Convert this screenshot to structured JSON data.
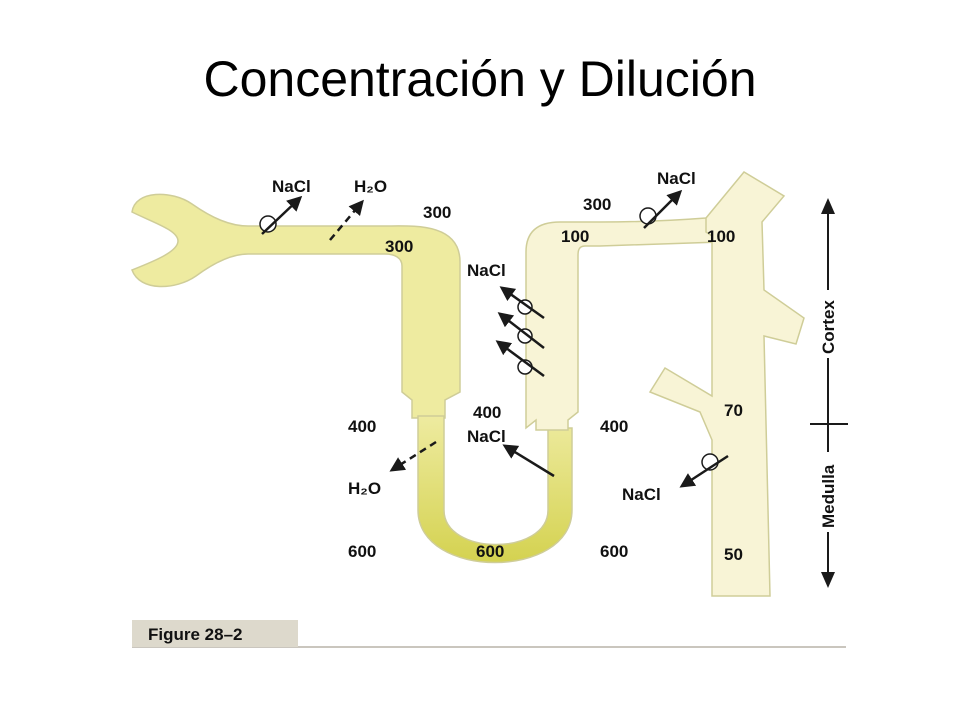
{
  "title": "Concentración y Dilución",
  "colors": {
    "tubule_light": "#f8f4d6",
    "tubule_mid": "#eeeba0",
    "tubule_dark": "#d4d250",
    "outline": "#c9c7a8",
    "caption_bg": "#ddd9cc",
    "arrow": "#1a1a1a"
  },
  "labels": {
    "nacl_pct": "NaCl",
    "h2o_pct": "H₂O",
    "c300_cortex": "300",
    "c300_pct": "300",
    "nacl_asc_thick": "NaCl",
    "c300_dct": "300",
    "c100_dct": "100",
    "nacl_dct": "NaCl",
    "c100_cd": "100",
    "c400_left": "400",
    "c400_mid": "400",
    "nacl_thin_asc": "NaCl",
    "c400_right": "400",
    "c70": "70",
    "h2o_desc": "H₂O",
    "nacl_cd": "NaCl",
    "c600_left": "600",
    "c600_mid": "600",
    "c600_right": "600",
    "c50": "50",
    "cortex": "Cortex",
    "medulla": "Medulla"
  },
  "caption": "Figure 28–2"
}
